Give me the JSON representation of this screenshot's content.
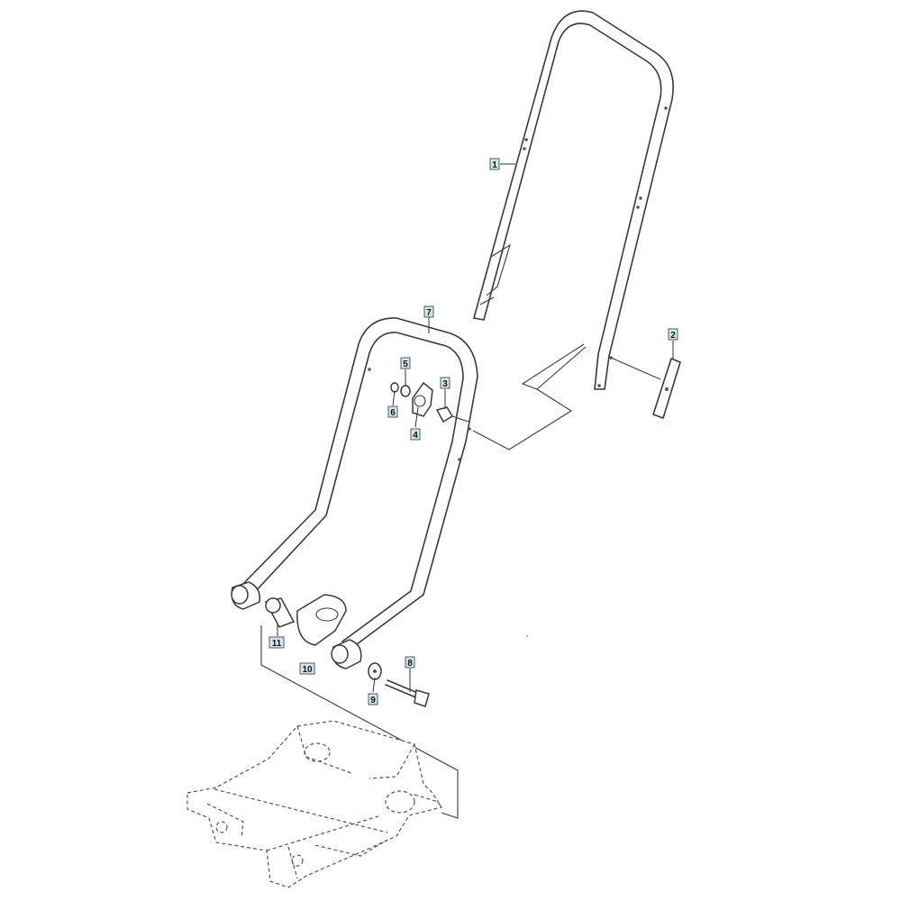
{
  "callouts": [
    {
      "id": "1",
      "label": "1"
    },
    {
      "id": "2",
      "label": "2"
    },
    {
      "id": "3",
      "label": "3"
    },
    {
      "id": "4",
      "label": "4"
    },
    {
      "id": "5",
      "label": "5"
    },
    {
      "id": "6",
      "label": "6"
    },
    {
      "id": "7",
      "label": "7"
    },
    {
      "id": "8",
      "label": "8"
    },
    {
      "id": "9",
      "label": "9"
    },
    {
      "id": "10",
      "label": "10"
    },
    {
      "id": "11",
      "label": "11"
    }
  ],
  "colors": {
    "callout_fill": "#cfe8ee",
    "line": "#3a3a3a",
    "background": "#ffffff"
  }
}
